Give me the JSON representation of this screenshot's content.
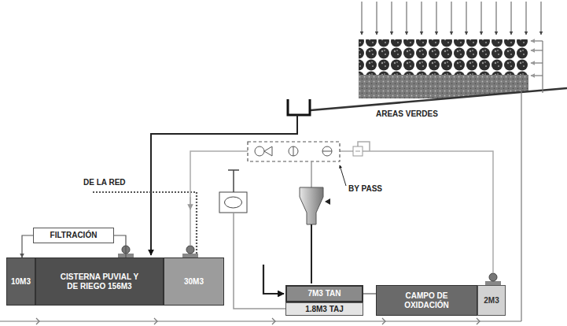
{
  "diagram": {
    "nodes": [
      {
        "text": [
          "FILTRACIÓN"
        ]
      },
      {
        "text": [
          "10M3"
        ]
      },
      {
        "text": [
          "CISTERNA PUVIAL Y DE RIEGO 156M3"
        ]
      },
      {
        "text": [
          "30M3"
        ]
      },
      {
        "text": [
          "7M3 TAN"
        ]
      },
      {
        "text": [
          "1.8M3 TAJ"
        ]
      },
      {
        "text": [
          "CAMPO DE OXIDACIÓN"
        ]
      },
      {
        "text": [
          "2M3"
        ]
      }
    ],
    "edges": [
      {
        "from": 0,
        "to": 1,
        "arrow": "to"
      },
      {
        "from": 2,
        "to": 0,
        "arrow": "none"
      },
      {
        "from": 4,
        "to": 6,
        "arrow": "none"
      }
    ],
    "labels": [
      "AREAS VERDES",
      "DE LA RED",
      "BY PASS"
    ]
  }
}
